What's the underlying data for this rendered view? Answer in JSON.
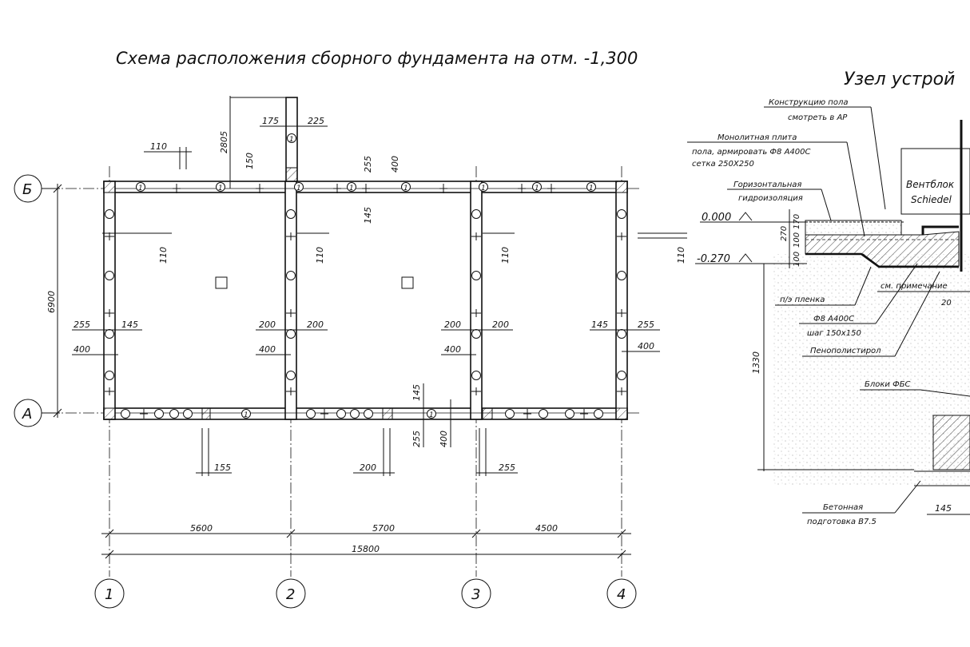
{
  "plan": {
    "title": "Схема расположения сборного фундамента на отм. -1,300",
    "axes": {
      "a": "А",
      "b": "Б",
      "c1": "1",
      "c2": "2",
      "c3": "3",
      "c4": "4"
    },
    "dims": {
      "d5600": "5600",
      "d5700": "5700",
      "d4500": "4500",
      "d15800": "15800",
      "d6900": "6900",
      "d2805": "2805",
      "d175": "175",
      "d225": "225",
      "d150": "150",
      "d110": "110",
      "d255": "255",
      "d400": "400",
      "d145": "145",
      "d200": "200",
      "d155": "155"
    },
    "block_mark": "1"
  },
  "node": {
    "title": "Узел устрой",
    "labels": {
      "floor": "Конструкцию пола",
      "floor2": "смотреть в АР",
      "slab1": "Монолитная плита",
      "slab2": "пола, армировать Ф8 А400С",
      "slab3": "сетка 250Х250",
      "waterproof1": "Горизонтальная",
      "waterproof2": "гидроизоляция",
      "vent1": "Вентблок",
      "vent2": "Schiedel",
      "film": "п/э пленка",
      "rebar1": "Ф8 А400С",
      "rebar2": "шаг 150х150",
      "foam": "Пенополистирол",
      "see_note": "см. примечание",
      "fbs": "Блоки ФБС",
      "concrete1": "Бетонная",
      "concrete2": "подготовка В7.5"
    },
    "levels": {
      "zero": "0.000",
      "minus": "-0.270"
    },
    "dims": {
      "d270": "270",
      "d100": "100",
      "d170": "170",
      "d1330": "1330",
      "d20": "20",
      "d145": "145"
    }
  }
}
